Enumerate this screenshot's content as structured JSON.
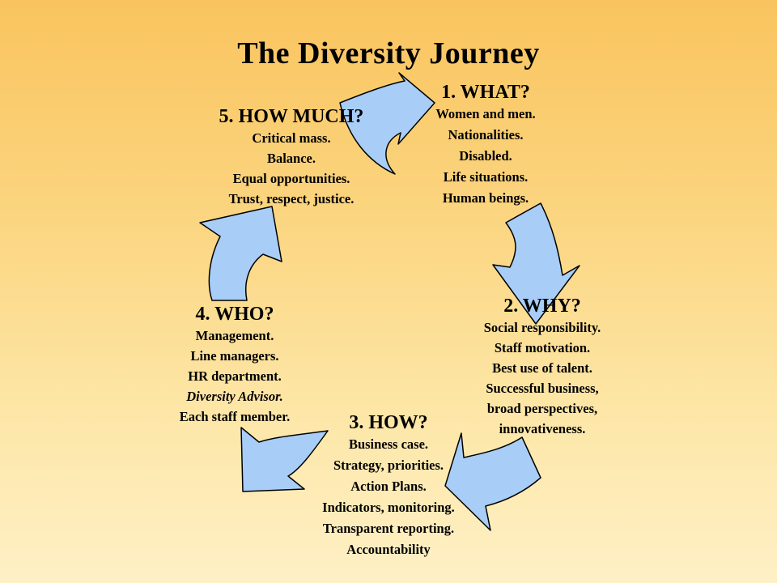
{
  "title": "The Diversity Journey",
  "colors": {
    "arrow_fill": "#a8cdf7",
    "arrow_stroke": "#000000"
  },
  "steps": [
    {
      "heading": "1. WHAT?",
      "lines": [
        "Women and men.",
        "Nationalities.",
        "Disabled.",
        "Life situations.",
        "Human beings."
      ]
    },
    {
      "heading": "2. WHY?",
      "lines": [
        "Social responsibility.",
        "Staff motivation.",
        "Best use of talent.",
        "Successful business,",
        "broad perspectives,",
        "innovativeness."
      ]
    },
    {
      "heading": "3. HOW?",
      "lines": [
        "Business case.",
        "Strategy, priorities.",
        "Action Plans.",
        "Indicators, monitoring.",
        "Transparent reporting.",
        "Accountability"
      ]
    },
    {
      "heading": "4. WHO?",
      "lines": [
        "Management.",
        "Line managers.",
        "HR department.",
        "Diversity Advisor.",
        "Each staff member."
      ]
    },
    {
      "heading": "5. HOW MUCH?",
      "lines": [
        "Critical mass.",
        "Balance.",
        "Equal opportunities.",
        "Trust, respect, justice."
      ]
    }
  ]
}
